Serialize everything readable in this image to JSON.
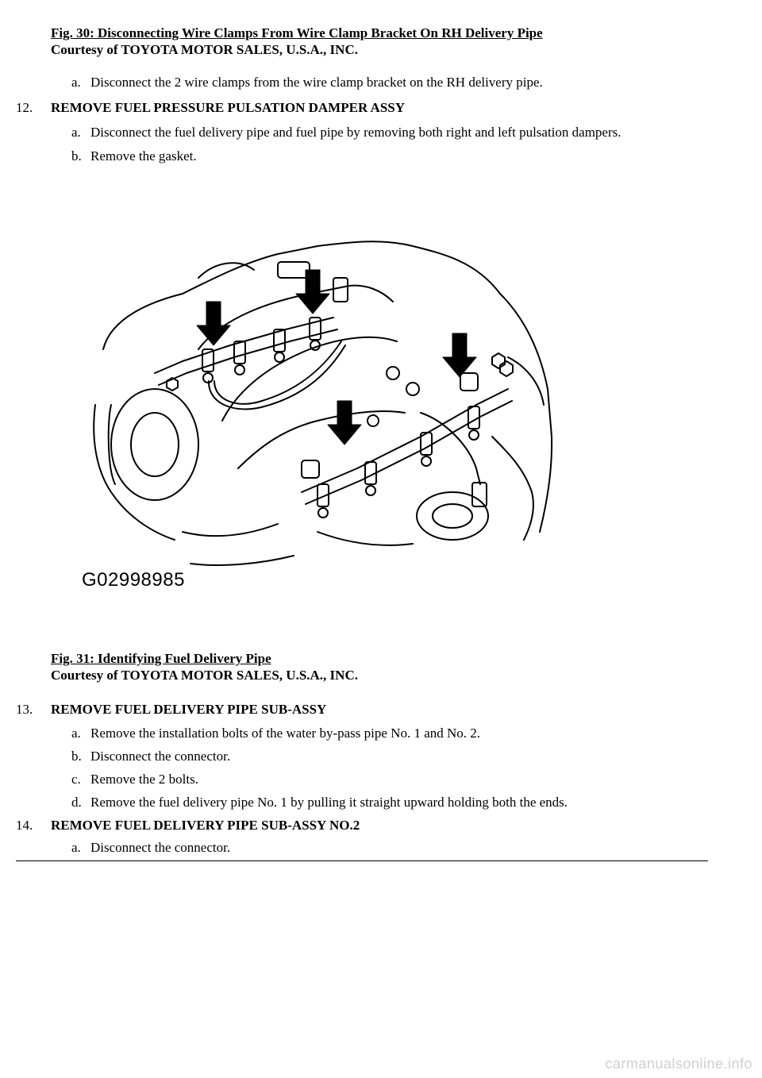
{
  "fig30": {
    "title": "Fig. 30: Disconnecting Wire Clamps From Wire Clamp Bracket On RH Delivery Pipe",
    "courtesy": "Courtesy of TOYOTA MOTOR SALES, U.S.A., INC."
  },
  "step11": {
    "items": [
      {
        "letter": "a.",
        "text": "Disconnect the 2 wire clamps from the wire clamp bracket on the RH delivery pipe."
      }
    ]
  },
  "step12": {
    "number": "12.",
    "title": "REMOVE FUEL PRESSURE PULSATION DAMPER ASSY",
    "items": [
      {
        "letter": "a.",
        "text": "Disconnect the fuel delivery pipe and fuel pipe by removing both right and left pulsation dampers."
      },
      {
        "letter": "b.",
        "text": "Remove the gasket."
      }
    ]
  },
  "fig31": {
    "image_id": "G02998985",
    "title": "Fig. 31: Identifying Fuel Delivery Pipe",
    "courtesy": "Courtesy of TOYOTA MOTOR SALES, U.S.A., INC."
  },
  "step13": {
    "number": "13.",
    "title": "REMOVE FUEL DELIVERY PIPE SUB-ASSY",
    "items": [
      {
        "letter": "a.",
        "text": "Remove the installation bolts of the water by-pass pipe No. 1 and No. 2."
      },
      {
        "letter": "b.",
        "text": "Disconnect the connector."
      },
      {
        "letter": "c.",
        "text": "Remove the 2 bolts."
      },
      {
        "letter": "d.",
        "text": "Remove the fuel delivery pipe No. 1 by pulling it straight upward holding both the ends."
      }
    ]
  },
  "step14": {
    "number": "14.",
    "title": "REMOVE FUEL DELIVERY PIPE SUB-ASSY NO.2",
    "items": [
      {
        "letter": "a.",
        "text": "Disconnect the connector."
      }
    ]
  },
  "watermark": "carmanualsonline.info"
}
